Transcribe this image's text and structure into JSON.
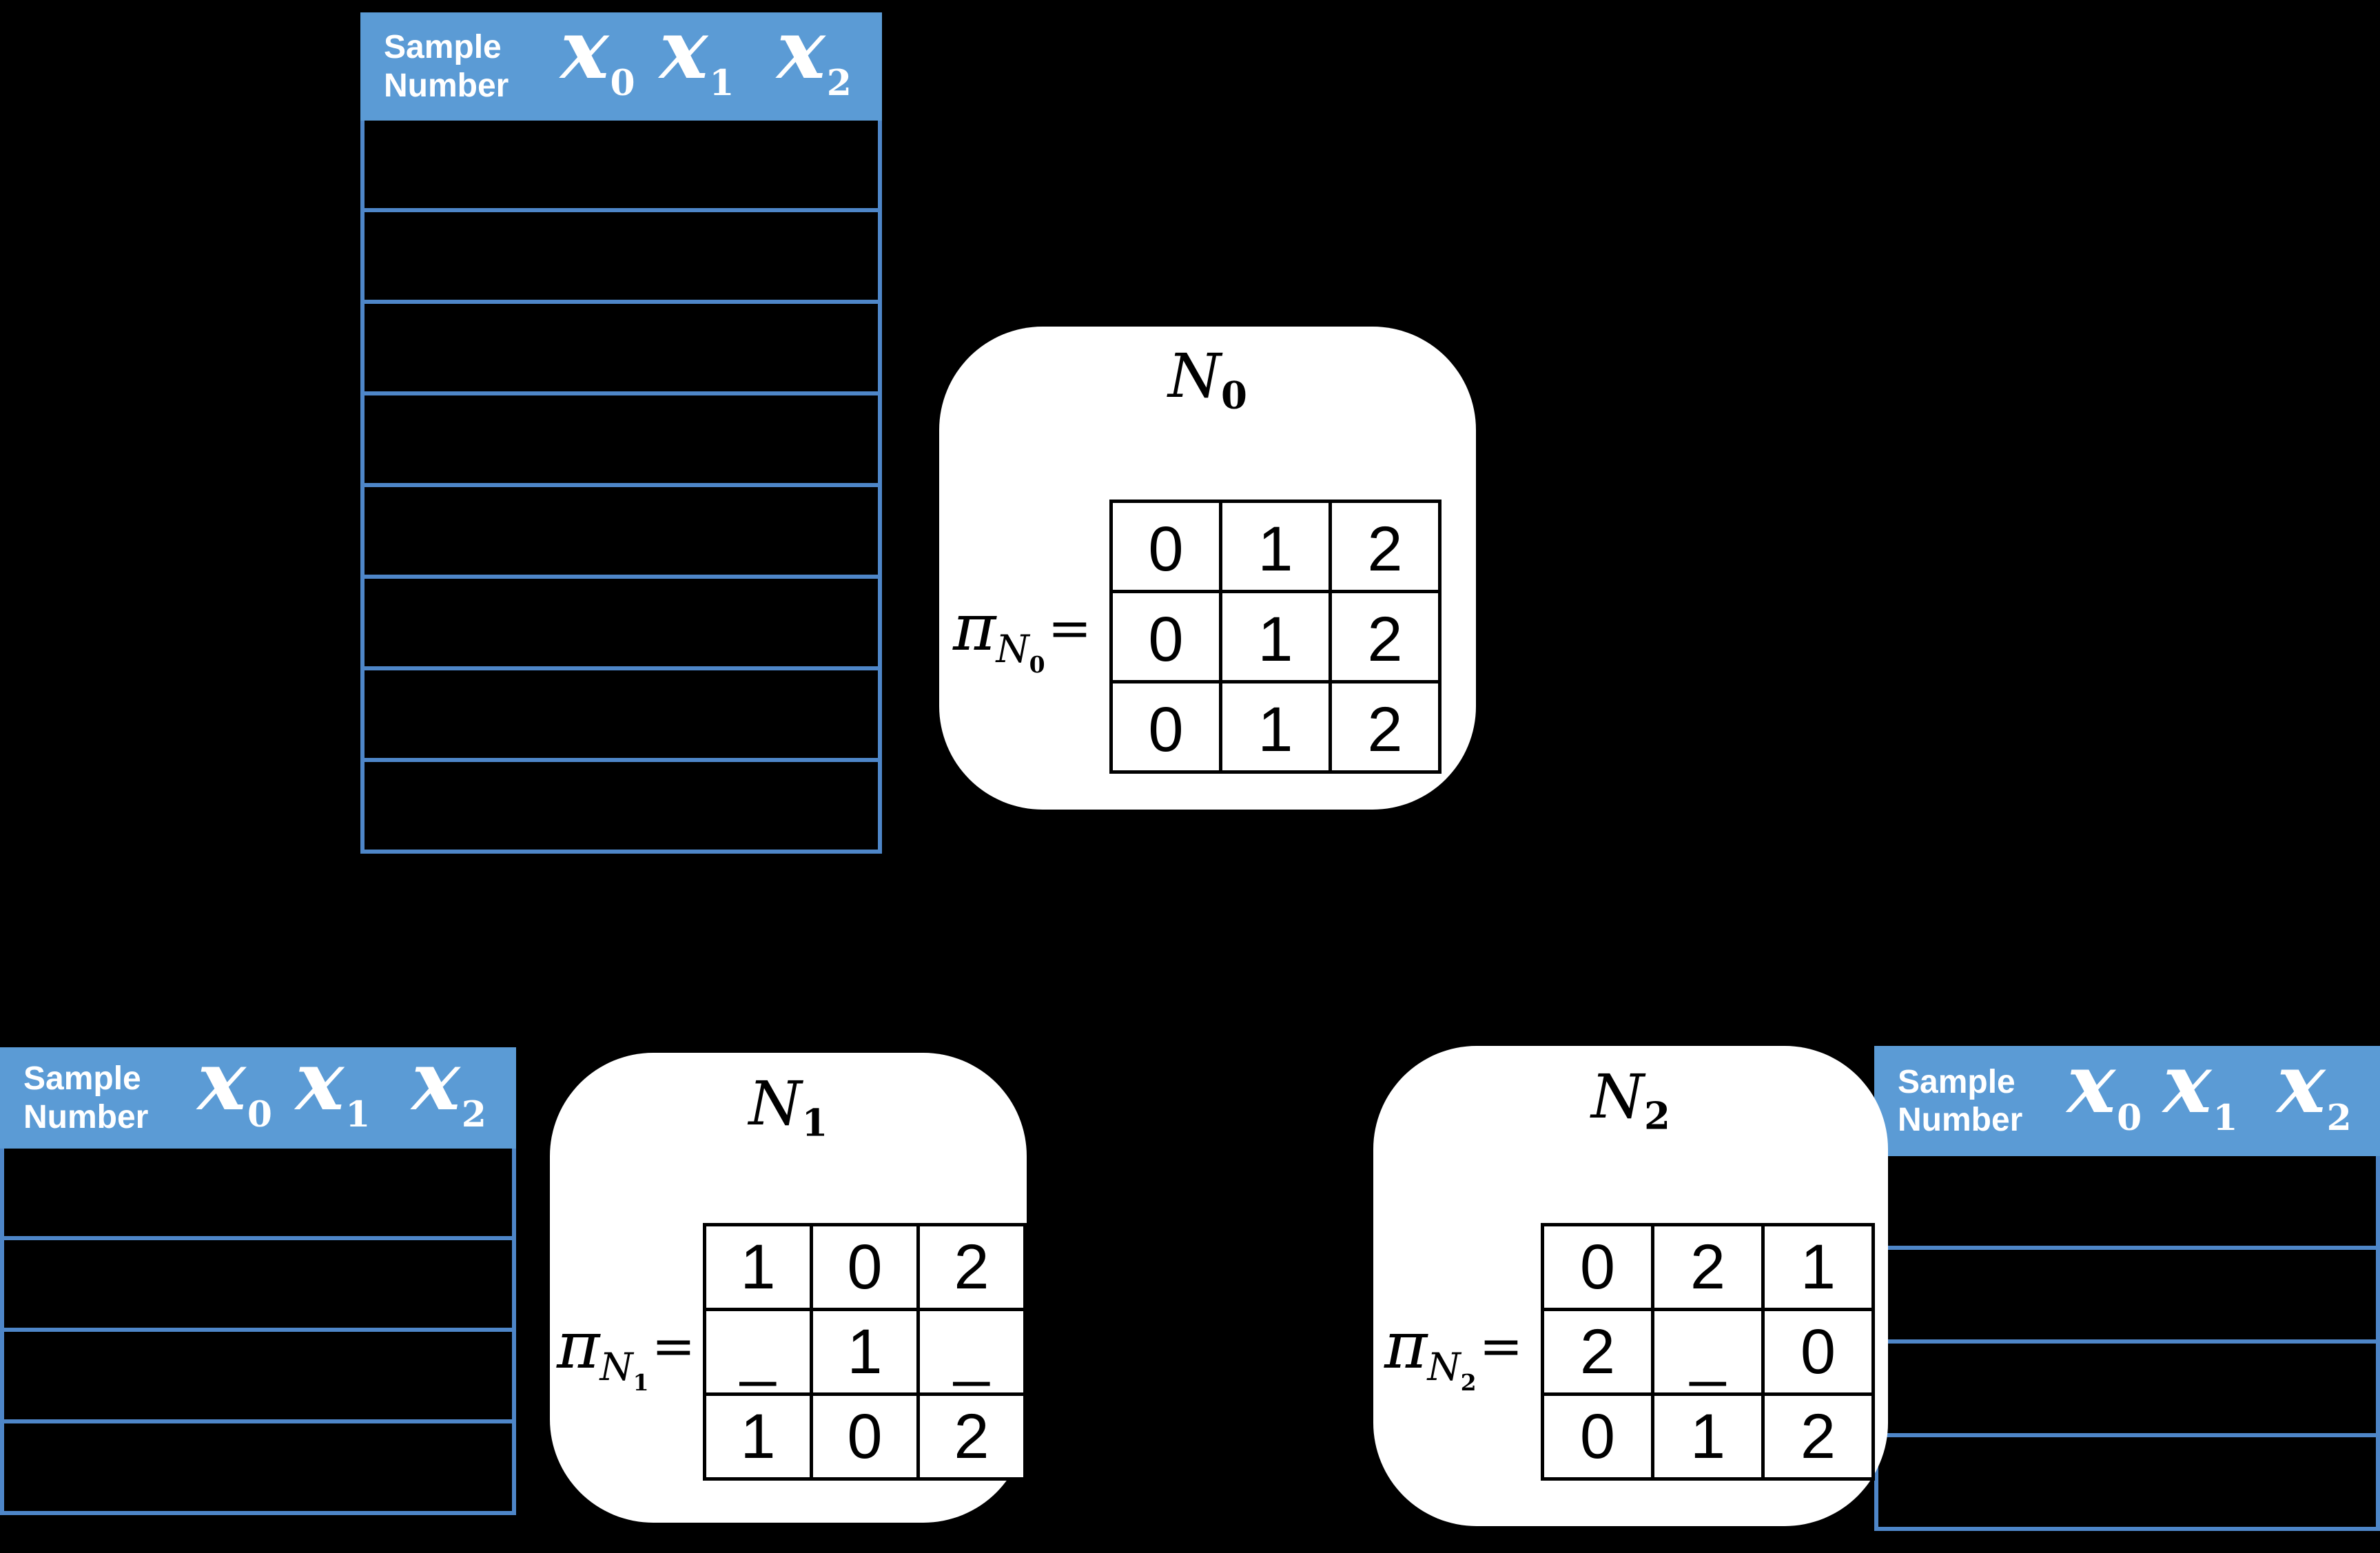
{
  "palette": {
    "header_fill": "#5B9BD5",
    "grid_line": "#4E86C8",
    "card_fill": "#FFFFFF",
    "matrix_line": "#000000",
    "matrix_text": "#000000",
    "header_text": "#FFFFFF",
    "background": "#000000"
  },
  "sample_header": {
    "label_line1": "Sample",
    "label_line2": "Number",
    "var_letter": "x",
    "var_subscripts": [
      "0",
      "1",
      "2"
    ]
  },
  "sample_tables": {
    "top": {
      "empty_rows": 8
    },
    "bottom_left": {
      "empty_rows": 4
    },
    "bottom_right": {
      "empty_rows": 4
    }
  },
  "nodes": {
    "n0": {
      "title_letter": "N",
      "title_sub": "0",
      "pi_letter": "π",
      "pi_sub_letter": "N",
      "pi_sub_digit": "0",
      "equals": "=",
      "matrix": [
        [
          "0",
          "1",
          "2"
        ],
        [
          "0",
          "1",
          "2"
        ],
        [
          "0",
          "1",
          "2"
        ]
      ]
    },
    "n1": {
      "title_letter": "N",
      "title_sub": "1",
      "pi_letter": "π",
      "pi_sub_letter": "N",
      "pi_sub_digit": "1",
      "equals": "=",
      "matrix": [
        [
          "1",
          "0",
          "2"
        ],
        [
          "_",
          "1",
          "_"
        ],
        [
          "1",
          "0",
          "2"
        ]
      ]
    },
    "n2": {
      "title_letter": "N",
      "title_sub": "2",
      "pi_letter": "π",
      "pi_sub_letter": "N",
      "pi_sub_digit": "2",
      "equals": "=",
      "matrix": [
        [
          "0",
          "2",
          "1"
        ],
        [
          "2",
          "_",
          "0"
        ],
        [
          "0",
          "1",
          "2"
        ]
      ]
    }
  }
}
